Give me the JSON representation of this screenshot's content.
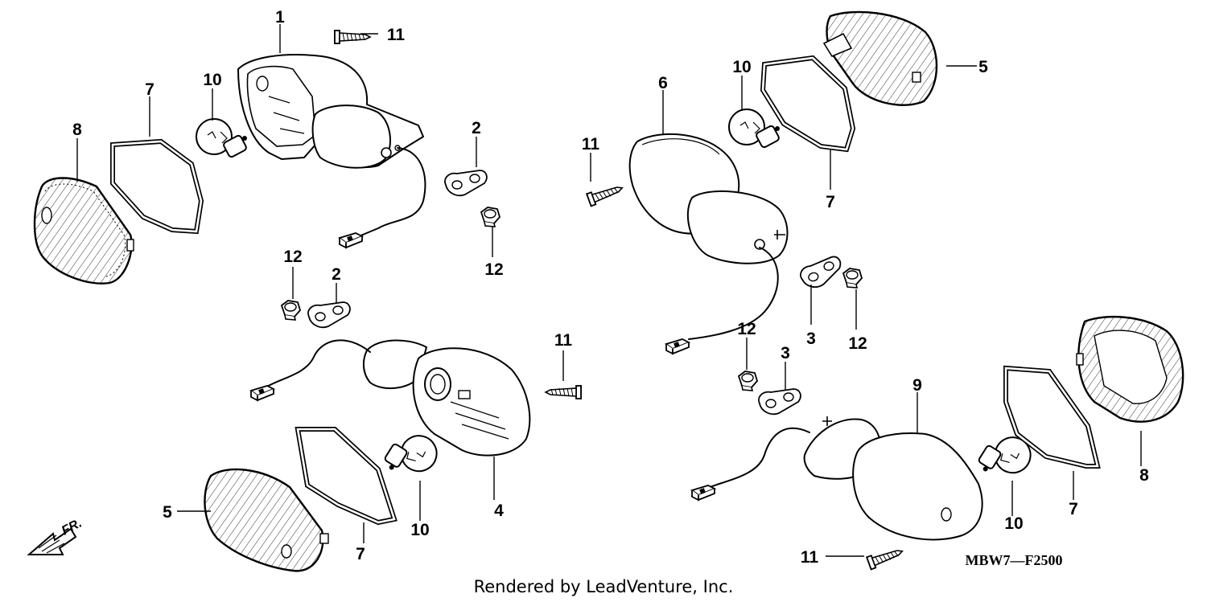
{
  "diagram": {
    "drawing_code": "MBW7—F2500",
    "footer": "Rendered by LeadVenture, Inc.",
    "front_marker": "FR.",
    "callouts": [
      {
        "id": "c1",
        "label": "1"
      },
      {
        "id": "c2a",
        "label": "2"
      },
      {
        "id": "c2b",
        "label": "2"
      },
      {
        "id": "c3a",
        "label": "3"
      },
      {
        "id": "c3b",
        "label": "3"
      },
      {
        "id": "c4",
        "label": "4"
      },
      {
        "id": "c5a",
        "label": "5"
      },
      {
        "id": "c5b",
        "label": "5"
      },
      {
        "id": "c6",
        "label": "6"
      },
      {
        "id": "c7a",
        "label": "7"
      },
      {
        "id": "c7b",
        "label": "7"
      },
      {
        "id": "c7c",
        "label": "7"
      },
      {
        "id": "c7d",
        "label": "7"
      },
      {
        "id": "c8a",
        "label": "8"
      },
      {
        "id": "c8b",
        "label": "8"
      },
      {
        "id": "c9",
        "label": "9"
      },
      {
        "id": "c10a",
        "label": "10"
      },
      {
        "id": "c10b",
        "label": "10"
      },
      {
        "id": "c10c",
        "label": "10"
      },
      {
        "id": "c10d",
        "label": "10"
      },
      {
        "id": "c11a",
        "label": "11"
      },
      {
        "id": "c11b",
        "label": "11"
      },
      {
        "id": "c11c",
        "label": "11"
      },
      {
        "id": "c11d",
        "label": "11"
      },
      {
        "id": "c12a",
        "label": "12"
      },
      {
        "id": "c12b",
        "label": "12"
      },
      {
        "id": "c12c",
        "label": "12"
      },
      {
        "id": "c12d",
        "label": "12"
      }
    ]
  }
}
